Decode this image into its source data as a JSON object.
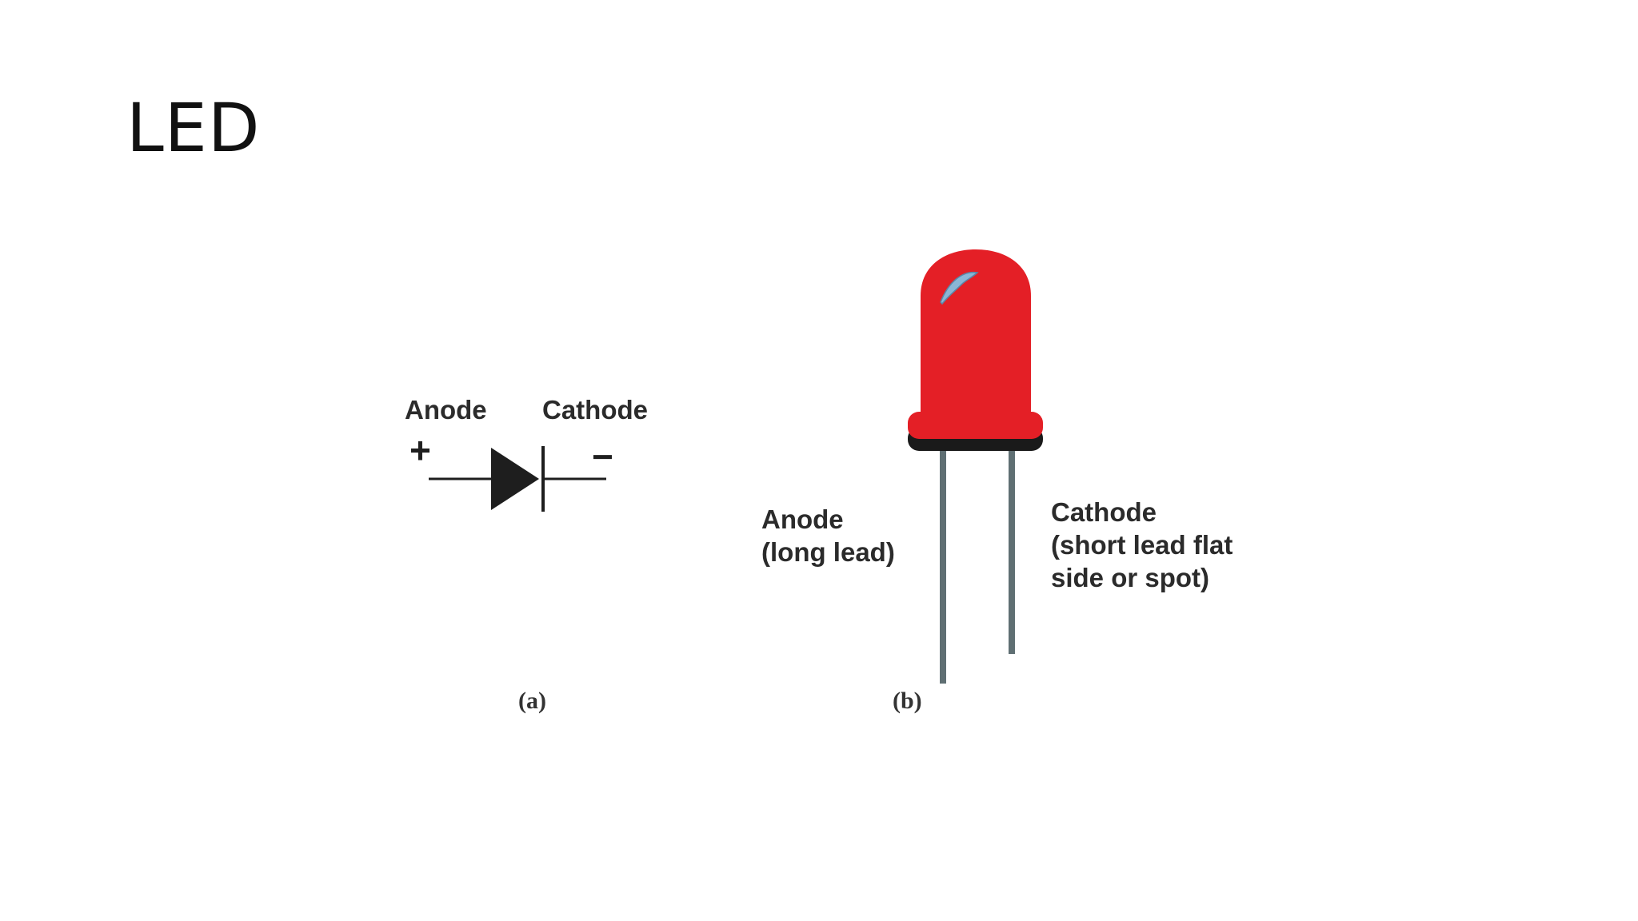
{
  "slide": {
    "title": "LED"
  },
  "symbol": {
    "anode_label": "Anode",
    "cathode_label": "Cathode",
    "plus_sign": "+",
    "minus_sign": "−",
    "caption": "(a)"
  },
  "component": {
    "anode_label_line1": "Anode",
    "anode_label_line2": "(long lead)",
    "cathode_label_line1": "Cathode",
    "cathode_label_line2": "(short lead flat",
    "cathode_label_line3": "side or spot)",
    "caption": "(b)"
  },
  "colors": {
    "led_body": "#e41f26",
    "led_rim_shadow": "#1a1a1a",
    "led_highlight": "#8ab6d6",
    "lead": "#5f6f73",
    "symbol": "#1e1e1e"
  }
}
